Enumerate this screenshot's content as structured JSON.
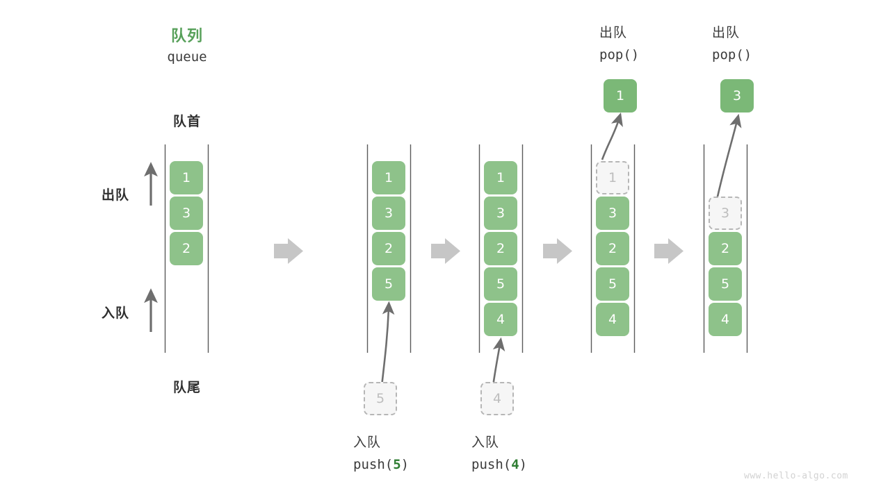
{
  "diagram": {
    "title_cn": "队列",
    "title_en": "queue",
    "head_label": "队首",
    "tail_label": "队尾",
    "dequeue_label": "出队",
    "enqueue_label": "入队",
    "watermark": "www.hello-algo.com",
    "accent_green": "#57a05a",
    "node_green": "#8ec28a",
    "arrow_gray": "#c6c6c6",
    "line_gray": "#5a5a5a"
  },
  "steps": [
    {
      "id": "initial",
      "caption_cn": "",
      "caption_code_prefix": "",
      "caption_code_arg": "",
      "caption_code_suffix": "",
      "nodes": [
        "1",
        "3",
        "2"
      ],
      "ghost_index": -1,
      "incoming_value": "",
      "outgoing_value": "",
      "op_label_cn": "",
      "op_label_code": ""
    },
    {
      "id": "push-5",
      "nodes": [
        "1",
        "3",
        "2",
        "5"
      ],
      "ghost_index": -1,
      "incoming_value": "5",
      "outgoing_value": "",
      "op_label_cn": "入队",
      "op_code_prefix": "push(",
      "op_code_arg": "5",
      "op_code_suffix": ")"
    },
    {
      "id": "push-4",
      "nodes": [
        "1",
        "3",
        "2",
        "5",
        "4"
      ],
      "ghost_index": -1,
      "incoming_value": "4",
      "outgoing_value": "",
      "op_label_cn": "入队",
      "op_code_prefix": "push(",
      "op_code_arg": "4",
      "op_code_suffix": ")"
    },
    {
      "id": "pop-1",
      "nodes": [
        "1",
        "3",
        "2",
        "5",
        "4"
      ],
      "ghost_index": 0,
      "incoming_value": "",
      "outgoing_value": "1",
      "op_label_cn": "出队",
      "op_code_prefix": "pop(",
      "op_code_arg": "",
      "op_code_suffix": ")"
    },
    {
      "id": "pop-3",
      "nodes": [
        "3",
        "2",
        "5",
        "4"
      ],
      "ghost_index": 0,
      "incoming_value": "",
      "outgoing_value": "3",
      "op_label_cn": "出队",
      "op_code_prefix": "pop(",
      "op_code_arg": "",
      "op_code_suffix": ")"
    }
  ],
  "transitions": [
    "arrow-1",
    "arrow-2",
    "arrow-3",
    "arrow-4"
  ]
}
